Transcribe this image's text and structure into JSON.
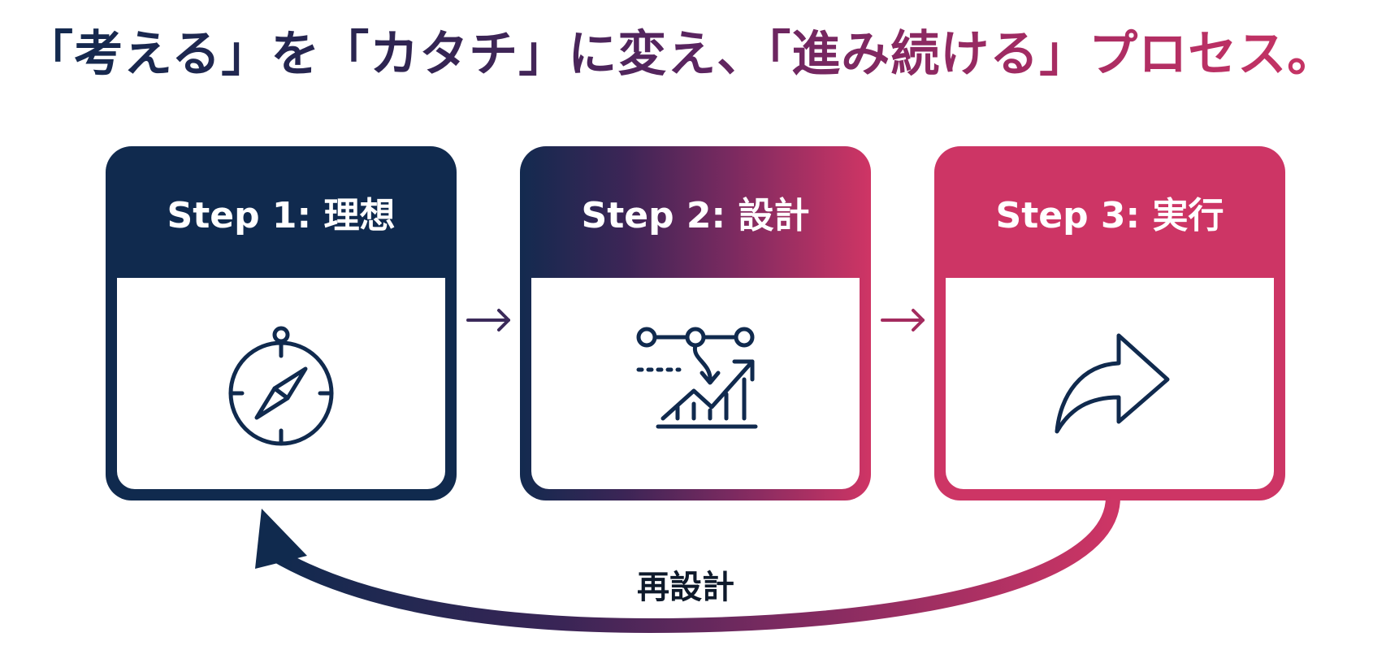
{
  "title": "「考える」を「カタチ」に変え、「進み続ける」プロセス。",
  "steps": [
    {
      "label": "Step 1: 理想",
      "icon": "compass-icon"
    },
    {
      "label": "Step 2: 設計",
      "icon": "plan-chart-icon"
    },
    {
      "label": "Step 3: 実行",
      "icon": "forward-arrow-icon"
    }
  ],
  "loop": {
    "label": "再設計"
  },
  "colors": {
    "navy": "#102a4e",
    "pink": "#cd3565",
    "purple": "#5b2560"
  }
}
